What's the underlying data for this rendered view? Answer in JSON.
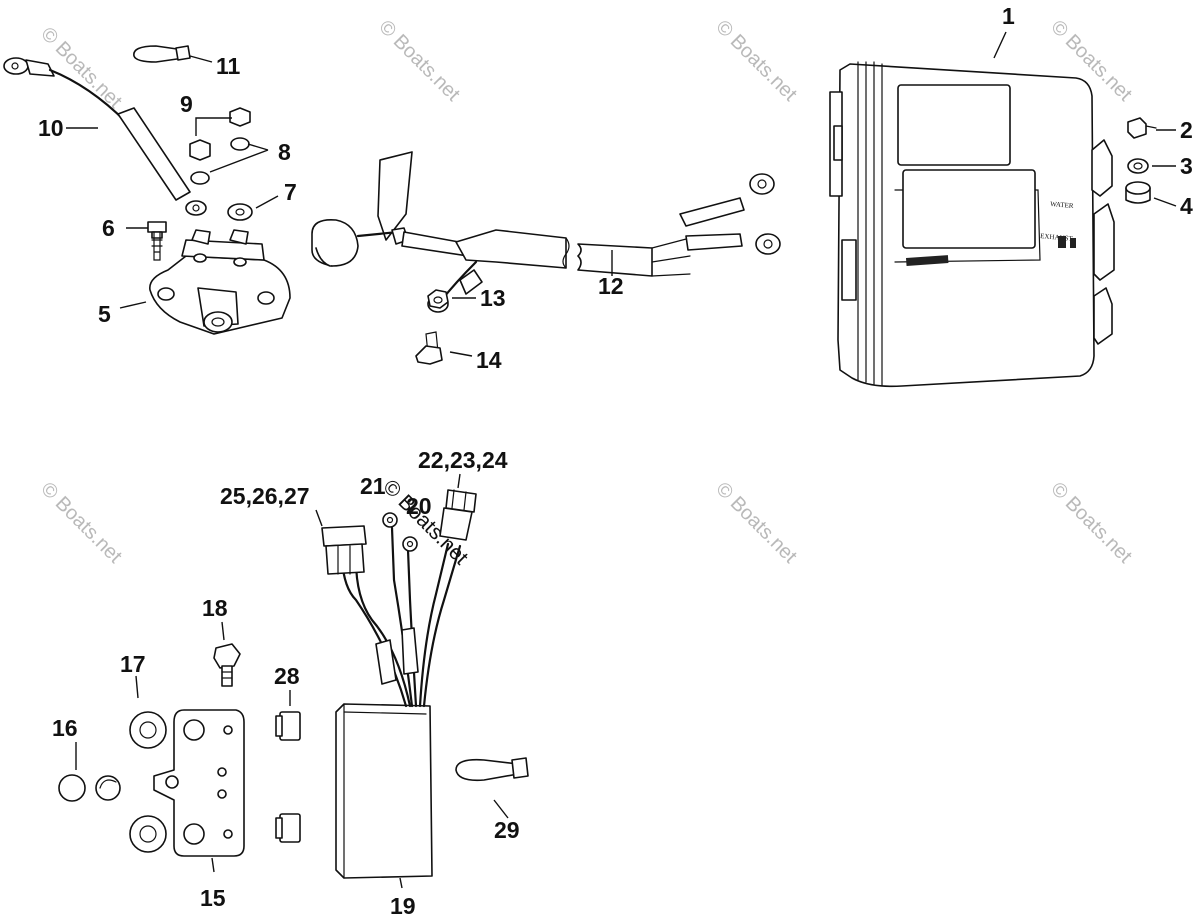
{
  "watermark": "© Boats.net",
  "callouts": {
    "p1": "1",
    "p2": "2",
    "p3": "3",
    "p4": "4",
    "p5": "5",
    "p6": "6",
    "p7": "7",
    "p8": "8",
    "p9": "9",
    "p10": "10",
    "p11": "11",
    "p12": "12",
    "p13": "13",
    "p14": "14",
    "p15": "15",
    "p16": "16",
    "p17": "17",
    "p18": "18",
    "p19": "19",
    "p20": "20",
    "p21": "21",
    "p22_24": "22,23,24",
    "p25_27": "25,26,27",
    "p28": "28",
    "p29": "29"
  },
  "module_labels": {
    "water": "WATER",
    "exhaust": "EXHAUST"
  }
}
